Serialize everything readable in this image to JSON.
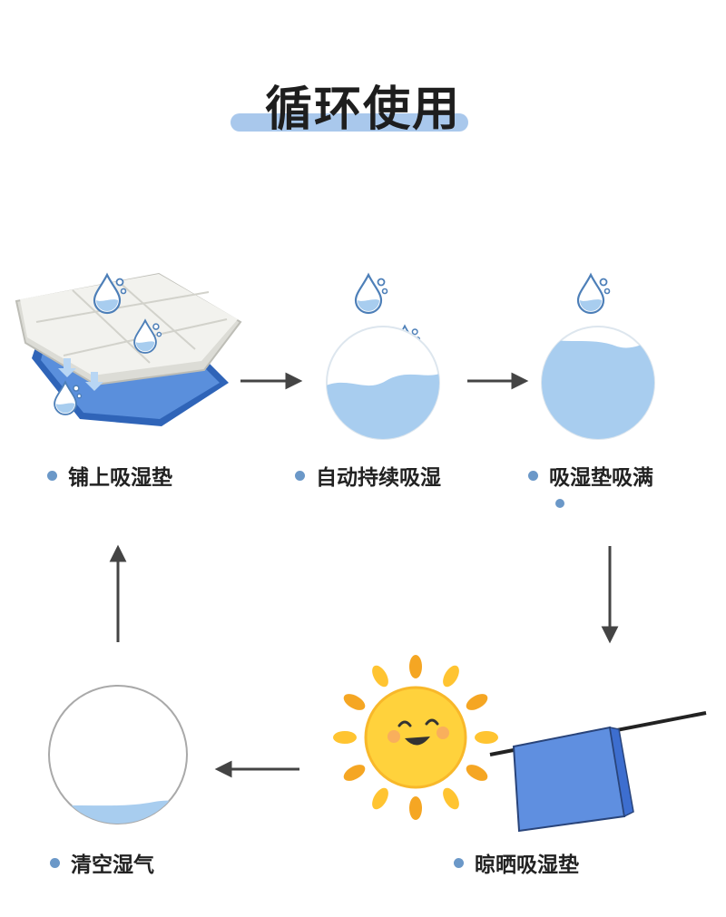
{
  "title": "循环使用",
  "steps": [
    {
      "label": "铺上吸湿垫"
    },
    {
      "label": "自动持续吸湿"
    },
    {
      "label": "吸湿垫吸满"
    },
    {
      "label": "晾晒吸湿垫"
    },
    {
      "label": "清空湿气"
    }
  ],
  "colors": {
    "water": "#a8cdef",
    "droplet_outline": "#4d7fb8",
    "arrow": "#444444",
    "bullet": "#6b98c8",
    "title_highlight": "#a9c8ec",
    "sun": "#ffd23c",
    "sun_ray": "#f5a623",
    "pad": "#3c74c9",
    "towel": "#5f8fe0"
  }
}
